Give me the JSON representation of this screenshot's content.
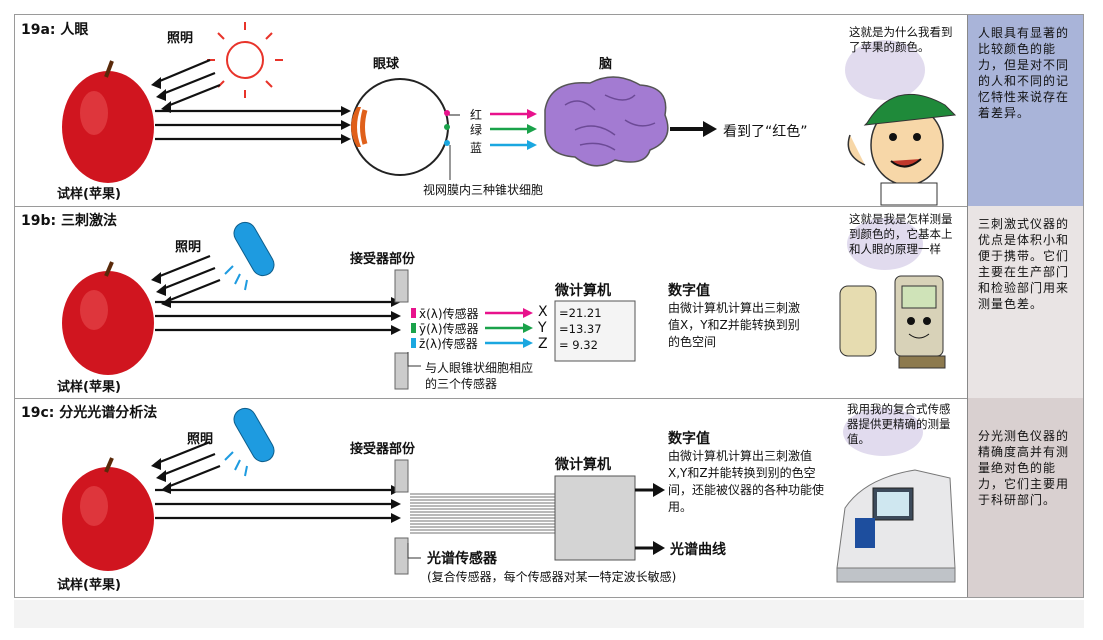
{
  "panel_a": {
    "title": "19a: 人眼",
    "illumination": "照明",
    "eyeball": "眼球",
    "brain": "脑",
    "red": "红",
    "green": "绿",
    "blue": "蓝",
    "result": "看到了“红色”",
    "retina_note": "视网膜内三种锥状细胞",
    "sample": "试样(苹果)",
    "speech": "这就是为什么我看到了苹果的颜色。",
    "side_text": "人眼具有显著的比较颜色的能力，但是对不同的人和不同的记忆特性来说存在着差异。"
  },
  "panel_b": {
    "title": "19b: 三刺激法",
    "illumination": "照明",
    "receiver": "接受器部份",
    "microcomputer": "微计算机",
    "digital": "数字值",
    "digital_desc": "由微计算机计算出三刺激值X，Y和Z并能转换到别的色空间",
    "sensor_x": "x̄(λ)传感器",
    "sensor_y": "ȳ(λ)传感器",
    "sensor_z": "z̄(λ)传感器",
    "x": "X",
    "y": "Y",
    "z": "Z",
    "val_x": "=21.21",
    "val_y": "=13.37",
    "val_z": "= 9.32",
    "cone_note": "与人眼锥状细胞相应的三个传感器",
    "sample": "试样(苹果)",
    "speech": "这就是我是怎样测量到颜色的，它基本上和人眼的原理一样",
    "side_text": "三刺激式仪器的优点是体积小和便于携带。它们主要在生产部门和检验部门用来测量色差。"
  },
  "panel_c": {
    "title": "19c: 分光光谱分析法",
    "illumination": "照明",
    "receiver": "接受器部份",
    "microcomputer": "微计算机",
    "digital": "数字值",
    "digital_desc": "由微计算机计算出三刺激值X,Y和Z并能转换到别的色空间，还能被仪器的各种功能使用。",
    "curve": "光谱曲线",
    "spectral_sensor": "光谱传感器",
    "spectral_note": "(复合传感器，每个传感器对某一特定波长敏感)",
    "sample": "试样(苹果)",
    "speech": "我用我的复合式传感器提供更精确的测量值。",
    "side_text": "分光测色仪器的精确度高并有测量绝对色的能力，它们主要用于科研部门。"
  },
  "colors": {
    "sidebar_a": "#a9b4d9",
    "sidebar_b": "#e9e4e4",
    "sidebar_c": "#d9d0d0",
    "red": "#e8128c",
    "green": "#1aa24a",
    "blue": "#1aa7e0",
    "brain": "#a37bd2",
    "sun": "#e8332a",
    "lamp": "#1e9be0"
  }
}
